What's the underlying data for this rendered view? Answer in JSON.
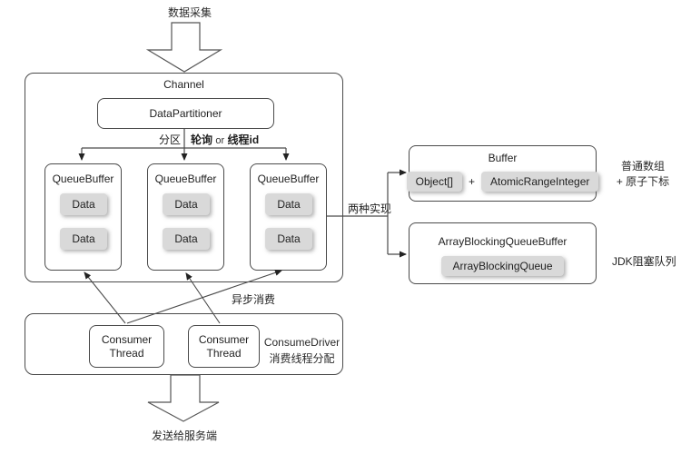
{
  "flow": {
    "top_label": "数据采集",
    "bottom_label": "发送给服务端",
    "async_label": "异步消费",
    "impl_label": "两种实现"
  },
  "channel": {
    "title": "Channel",
    "partitioner": "DataPartitioner",
    "partition_label": "分区",
    "route_opt1": "轮询",
    "route_or": "or",
    "route_opt2": "线程id",
    "queues": [
      {
        "title": "QueueBuffer",
        "items": [
          "Data",
          "Data"
        ]
      },
      {
        "title": "QueueBuffer",
        "items": [
          "Data",
          "Data"
        ]
      },
      {
        "title": "QueueBuffer",
        "items": [
          "Data",
          "Data"
        ]
      }
    ]
  },
  "buffer": {
    "title": "Buffer",
    "array_item": "Object[]",
    "plus": "+",
    "atomic_item": "AtomicRangeInteger",
    "note_line1": "普通数组",
    "note_line2": "+ 原子下标"
  },
  "blocking": {
    "title": "ArrayBlockingQueueBuffer",
    "item": "ArrayBlockingQueue",
    "note": "JDK阻塞队列"
  },
  "consume": {
    "driver": "ConsumeDriver",
    "driver_sub": "消费线程分配",
    "threads": [
      {
        "line1": "Consumer",
        "line2": "Thread"
      },
      {
        "line1": "Consumer",
        "line2": "Thread"
      }
    ]
  },
  "colors": {
    "border": "#4a4a4a",
    "item_fill": "#d9d9d9",
    "text": "#1f1f1f",
    "background": "#ffffff"
  }
}
